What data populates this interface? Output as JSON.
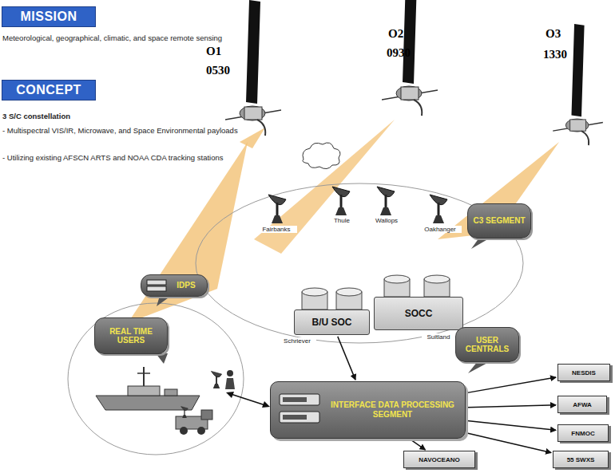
{
  "diagram": {
    "nodes": [
      {
        "text": [
          "MISSION"
        ]
      },
      {
        "text": [
          "CONCEPT"
        ]
      },
      {
        "text": [
          "IDPS"
        ]
      },
      {
        "text": [
          "REAL TIME USERS"
        ]
      },
      {
        "text": [
          "C3 SEGMENT"
        ]
      },
      {
        "text": [
          "B/U SOC"
        ]
      },
      {
        "text": [
          "SOCC"
        ]
      },
      {
        "text": [
          "USER CENTRALS"
        ]
      },
      {
        "text": [
          "INTERFACE DATA PROCESSING SEGMENT"
        ]
      },
      {
        "text": [
          "NESDIS"
        ]
      },
      {
        "text": [
          "AFWA"
        ]
      },
      {
        "text": [
          "FNMOC"
        ]
      },
      {
        "text": [
          "55 SWXS"
        ]
      },
      {
        "text": [
          "NAVOCEANO"
        ]
      }
    ],
    "edges": [
      {
        "from": 5,
        "to": 8,
        "arrow": "to"
      },
      {
        "from": 8,
        "to": 9,
        "arrow": "to"
      },
      {
        "from": 8,
        "to": 10,
        "arrow": "to"
      },
      {
        "from": 8,
        "to": 11,
        "arrow": "to"
      },
      {
        "from": 8,
        "to": 12,
        "arrow": "to"
      },
      {
        "from": 8,
        "to": 13,
        "arrow": "to"
      }
    ],
    "labels": [
      "Meteorological, geographical, climatic, and space remote sensing",
      "3 S/C constellation",
      "- Multispectral VIS/IR, Microwave, and Space Environmental payloads",
      "- Utilizing existing AFSCN ARTS and NOAA CDA tracking stations",
      "O1",
      "0530",
      "O2",
      "0930",
      "O3",
      "1330",
      "Fairbanks",
      "Thule",
      "Wallops",
      "Oakhanger",
      "Schriever",
      "Suitland"
    ]
  }
}
